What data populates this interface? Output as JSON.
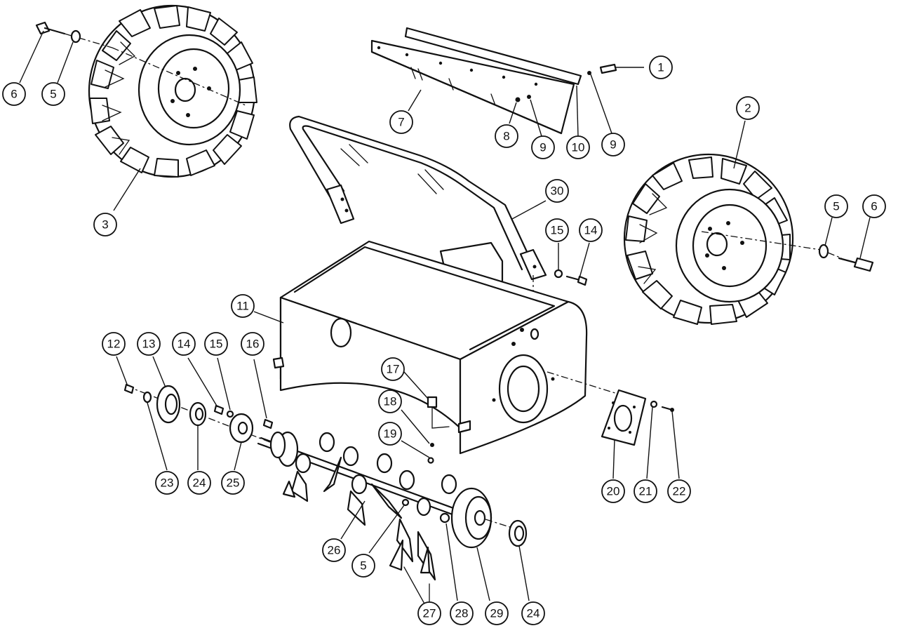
{
  "callouts": [
    {
      "label": "1"
    },
    {
      "label": "2"
    },
    {
      "label": "3"
    },
    {
      "label": "5"
    },
    {
      "label": "6"
    },
    {
      "label": "5"
    },
    {
      "label": "6"
    },
    {
      "label": "7"
    },
    {
      "label": "8"
    },
    {
      "label": "9"
    },
    {
      "label": "10"
    },
    {
      "label": "9"
    },
    {
      "label": "30"
    },
    {
      "label": "15"
    },
    {
      "label": "14"
    },
    {
      "label": "11"
    },
    {
      "label": "12"
    },
    {
      "label": "13"
    },
    {
      "label": "14"
    },
    {
      "label": "15"
    },
    {
      "label": "16"
    },
    {
      "label": "17"
    },
    {
      "label": "18"
    },
    {
      "label": "19"
    },
    {
      "label": "20"
    },
    {
      "label": "21"
    },
    {
      "label": "22"
    },
    {
      "label": "23"
    },
    {
      "label": "24"
    },
    {
      "label": "25"
    },
    {
      "label": "26"
    },
    {
      "label": "5"
    },
    {
      "label": "27"
    },
    {
      "label": "28"
    },
    {
      "label": "29"
    },
    {
      "label": "24"
    }
  ]
}
